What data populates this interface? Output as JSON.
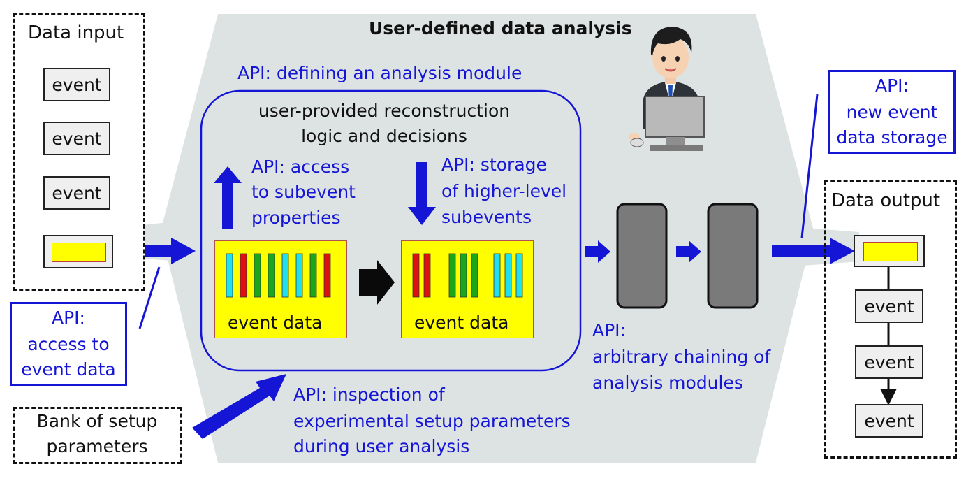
{
  "title": "User-defined data analysis",
  "input": {
    "label": "Data input",
    "events": [
      "event",
      "event",
      "event"
    ]
  },
  "output": {
    "label": "Data output",
    "events": [
      "event",
      "event",
      "event"
    ]
  },
  "bank": {
    "label_line1": "Bank of setup",
    "label_line2": "parameters"
  },
  "api_module": "API: defining an analysis module",
  "logic": {
    "line1": "user-provided reconstruction",
    "line2": "logic and decisions"
  },
  "api_access_sub": {
    "line1": "API: access",
    "line2": "to subevent",
    "line3": "properties"
  },
  "api_storage_sub": {
    "line1": "API: storage",
    "line2": "of higher-level",
    "line3": "subevents"
  },
  "event_data_left": "event data",
  "event_data_right": "event data",
  "api_event_access": {
    "line1": "API:",
    "line2": "access to",
    "line3": "event data"
  },
  "api_new_storage": {
    "line1": "API:",
    "line2": "new event",
    "line3": "data storage"
  },
  "api_chaining": {
    "line1": "API:",
    "line2": "arbitrary chaining of",
    "line3": "analysis modules"
  },
  "api_inspection": {
    "line1": "API: inspection of",
    "line2": "experimental setup parameters",
    "line3": "during user analysis"
  },
  "colors": {
    "api_blue": "#1515d6",
    "panel": "#dde3e2",
    "event_data_fill": "#ffff00",
    "module_fill": "#7a7a7a",
    "subevent_cyan": "#1ee0f0",
    "subevent_red": "#e01010",
    "subevent_green": "#1aa81a"
  },
  "icons": [
    "user-at-computer-icon",
    "arrow-right-icon",
    "arrow-up-icon",
    "arrow-down-icon"
  ]
}
